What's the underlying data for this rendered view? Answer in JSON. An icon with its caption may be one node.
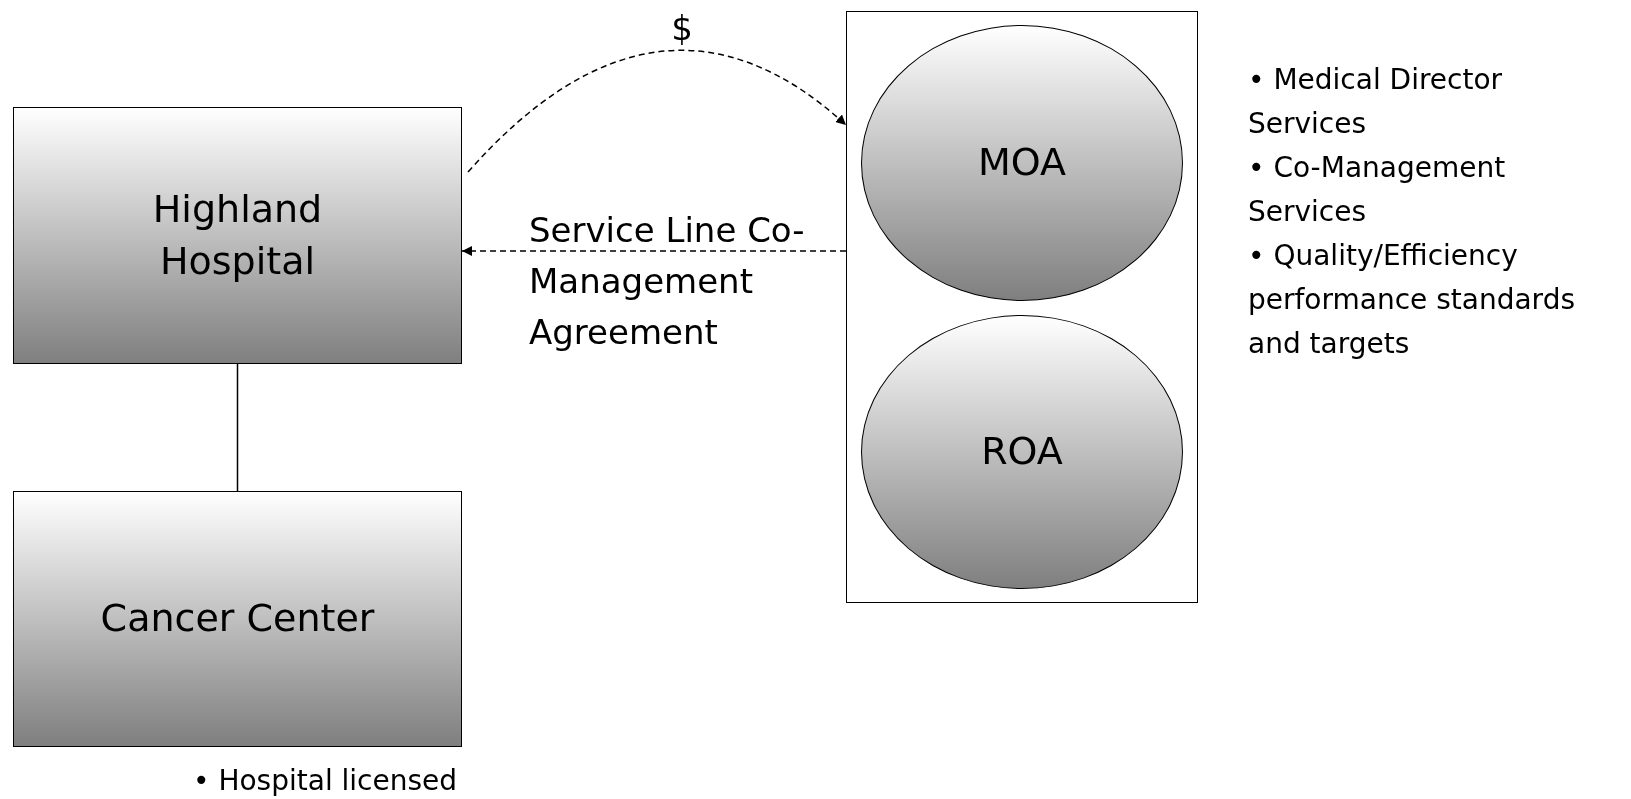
{
  "diagram": {
    "nodes": [
      {
        "text": [
          "Highland Hospital"
        ]
      },
      {
        "text": [
          "Cancer Center"
        ],
        "beside": [
          "• Hospital licensed"
        ]
      },
      {
        "text": [],
        "shape": "box"
      },
      {
        "text": [
          "MOA"
        ],
        "in": 2
      },
      {
        "text": [
          "ROA"
        ],
        "in": 2
      }
    ],
    "edges": [
      {
        "from": 0,
        "to": 2,
        "arrow": "to",
        "label": "$",
        "style": "dashed"
      },
      {
        "from": 2,
        "to": 0,
        "arrow": "to",
        "label": "Service Line Co-Management Agreement",
        "style": "dashed"
      },
      {
        "from": 0,
        "to": 1,
        "arrow": "none"
      }
    ],
    "labels": [
      "• Medical Director Services",
      "• Co-Management Services",
      "• Quality/Efficiency performance standards and targets"
    ]
  }
}
